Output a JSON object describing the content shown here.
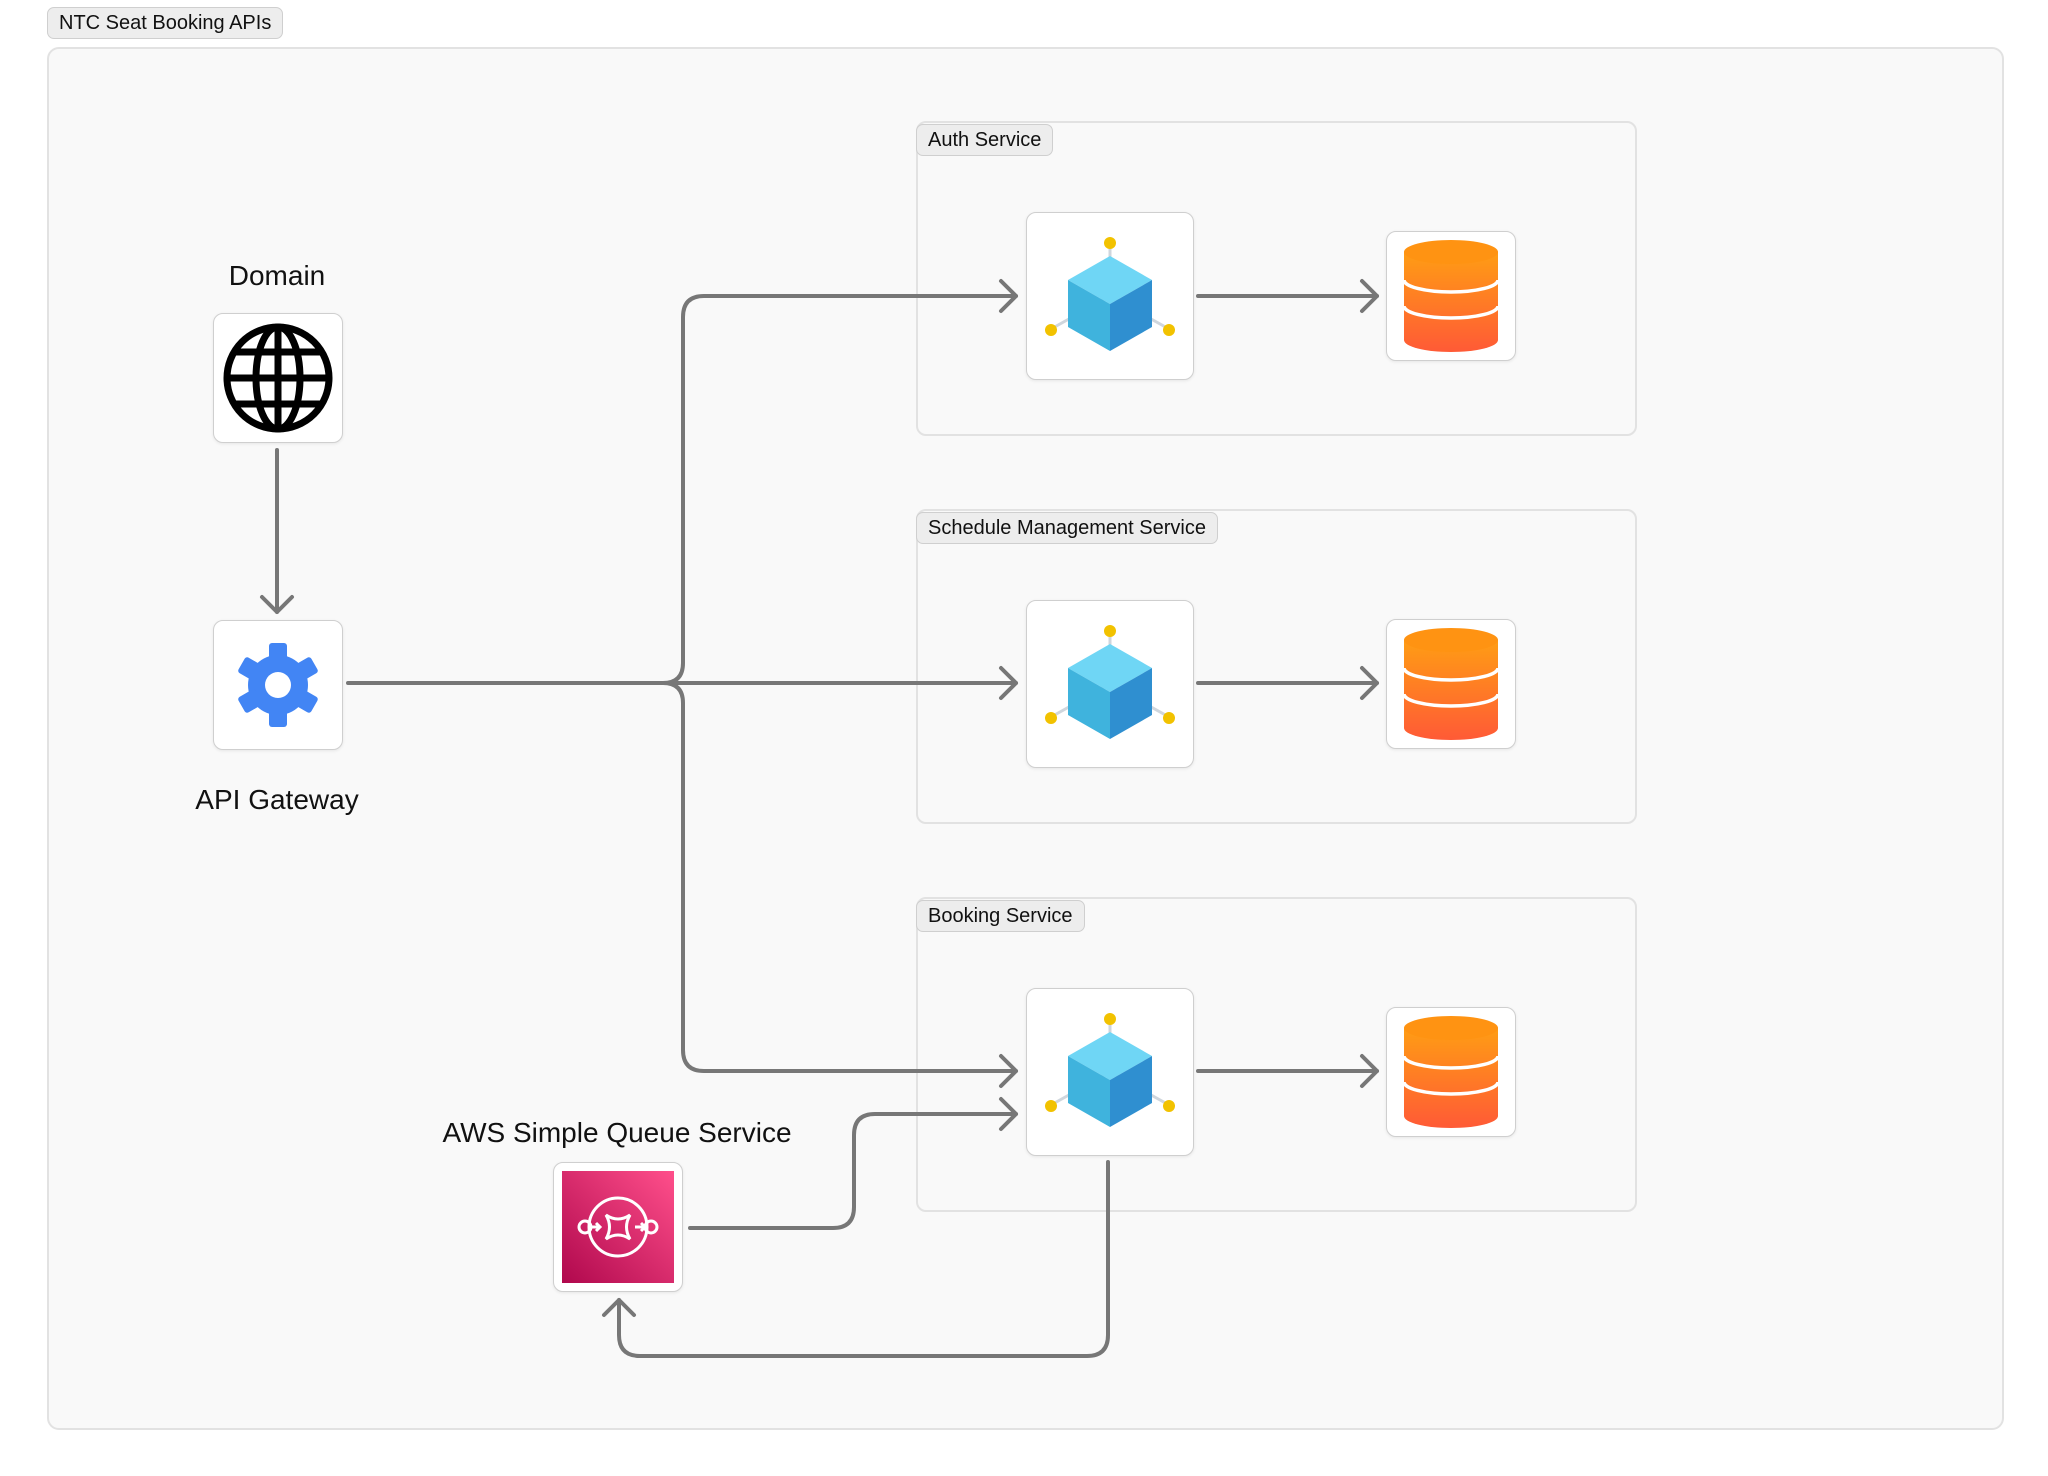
{
  "diagram_title": "NTC Seat Booking APIs",
  "nodes": {
    "domain": {
      "label": "Domain",
      "icon": "globe-icon"
    },
    "api_gateway": {
      "label": "API Gateway",
      "icon": "gear-icon",
      "color": "#4285f4"
    },
    "sqs": {
      "label": "AWS Simple Queue Service",
      "icon": "aws-sqs-icon",
      "color": "#e7157b"
    }
  },
  "groups": {
    "auth": {
      "title": "Auth Service",
      "service_icon": "microservice-cube-icon",
      "db_icon": "database-icon"
    },
    "schedule": {
      "title": "Schedule Management Service",
      "service_icon": "microservice-cube-icon",
      "db_icon": "database-icon"
    },
    "booking": {
      "title": "Booking Service",
      "service_icon": "microservice-cube-icon",
      "db_icon": "database-icon"
    }
  },
  "colors": {
    "connector": "#777777",
    "database": "#ff8c1a",
    "cube": "#3fb3dd",
    "cube_handles": "#f2c200"
  }
}
